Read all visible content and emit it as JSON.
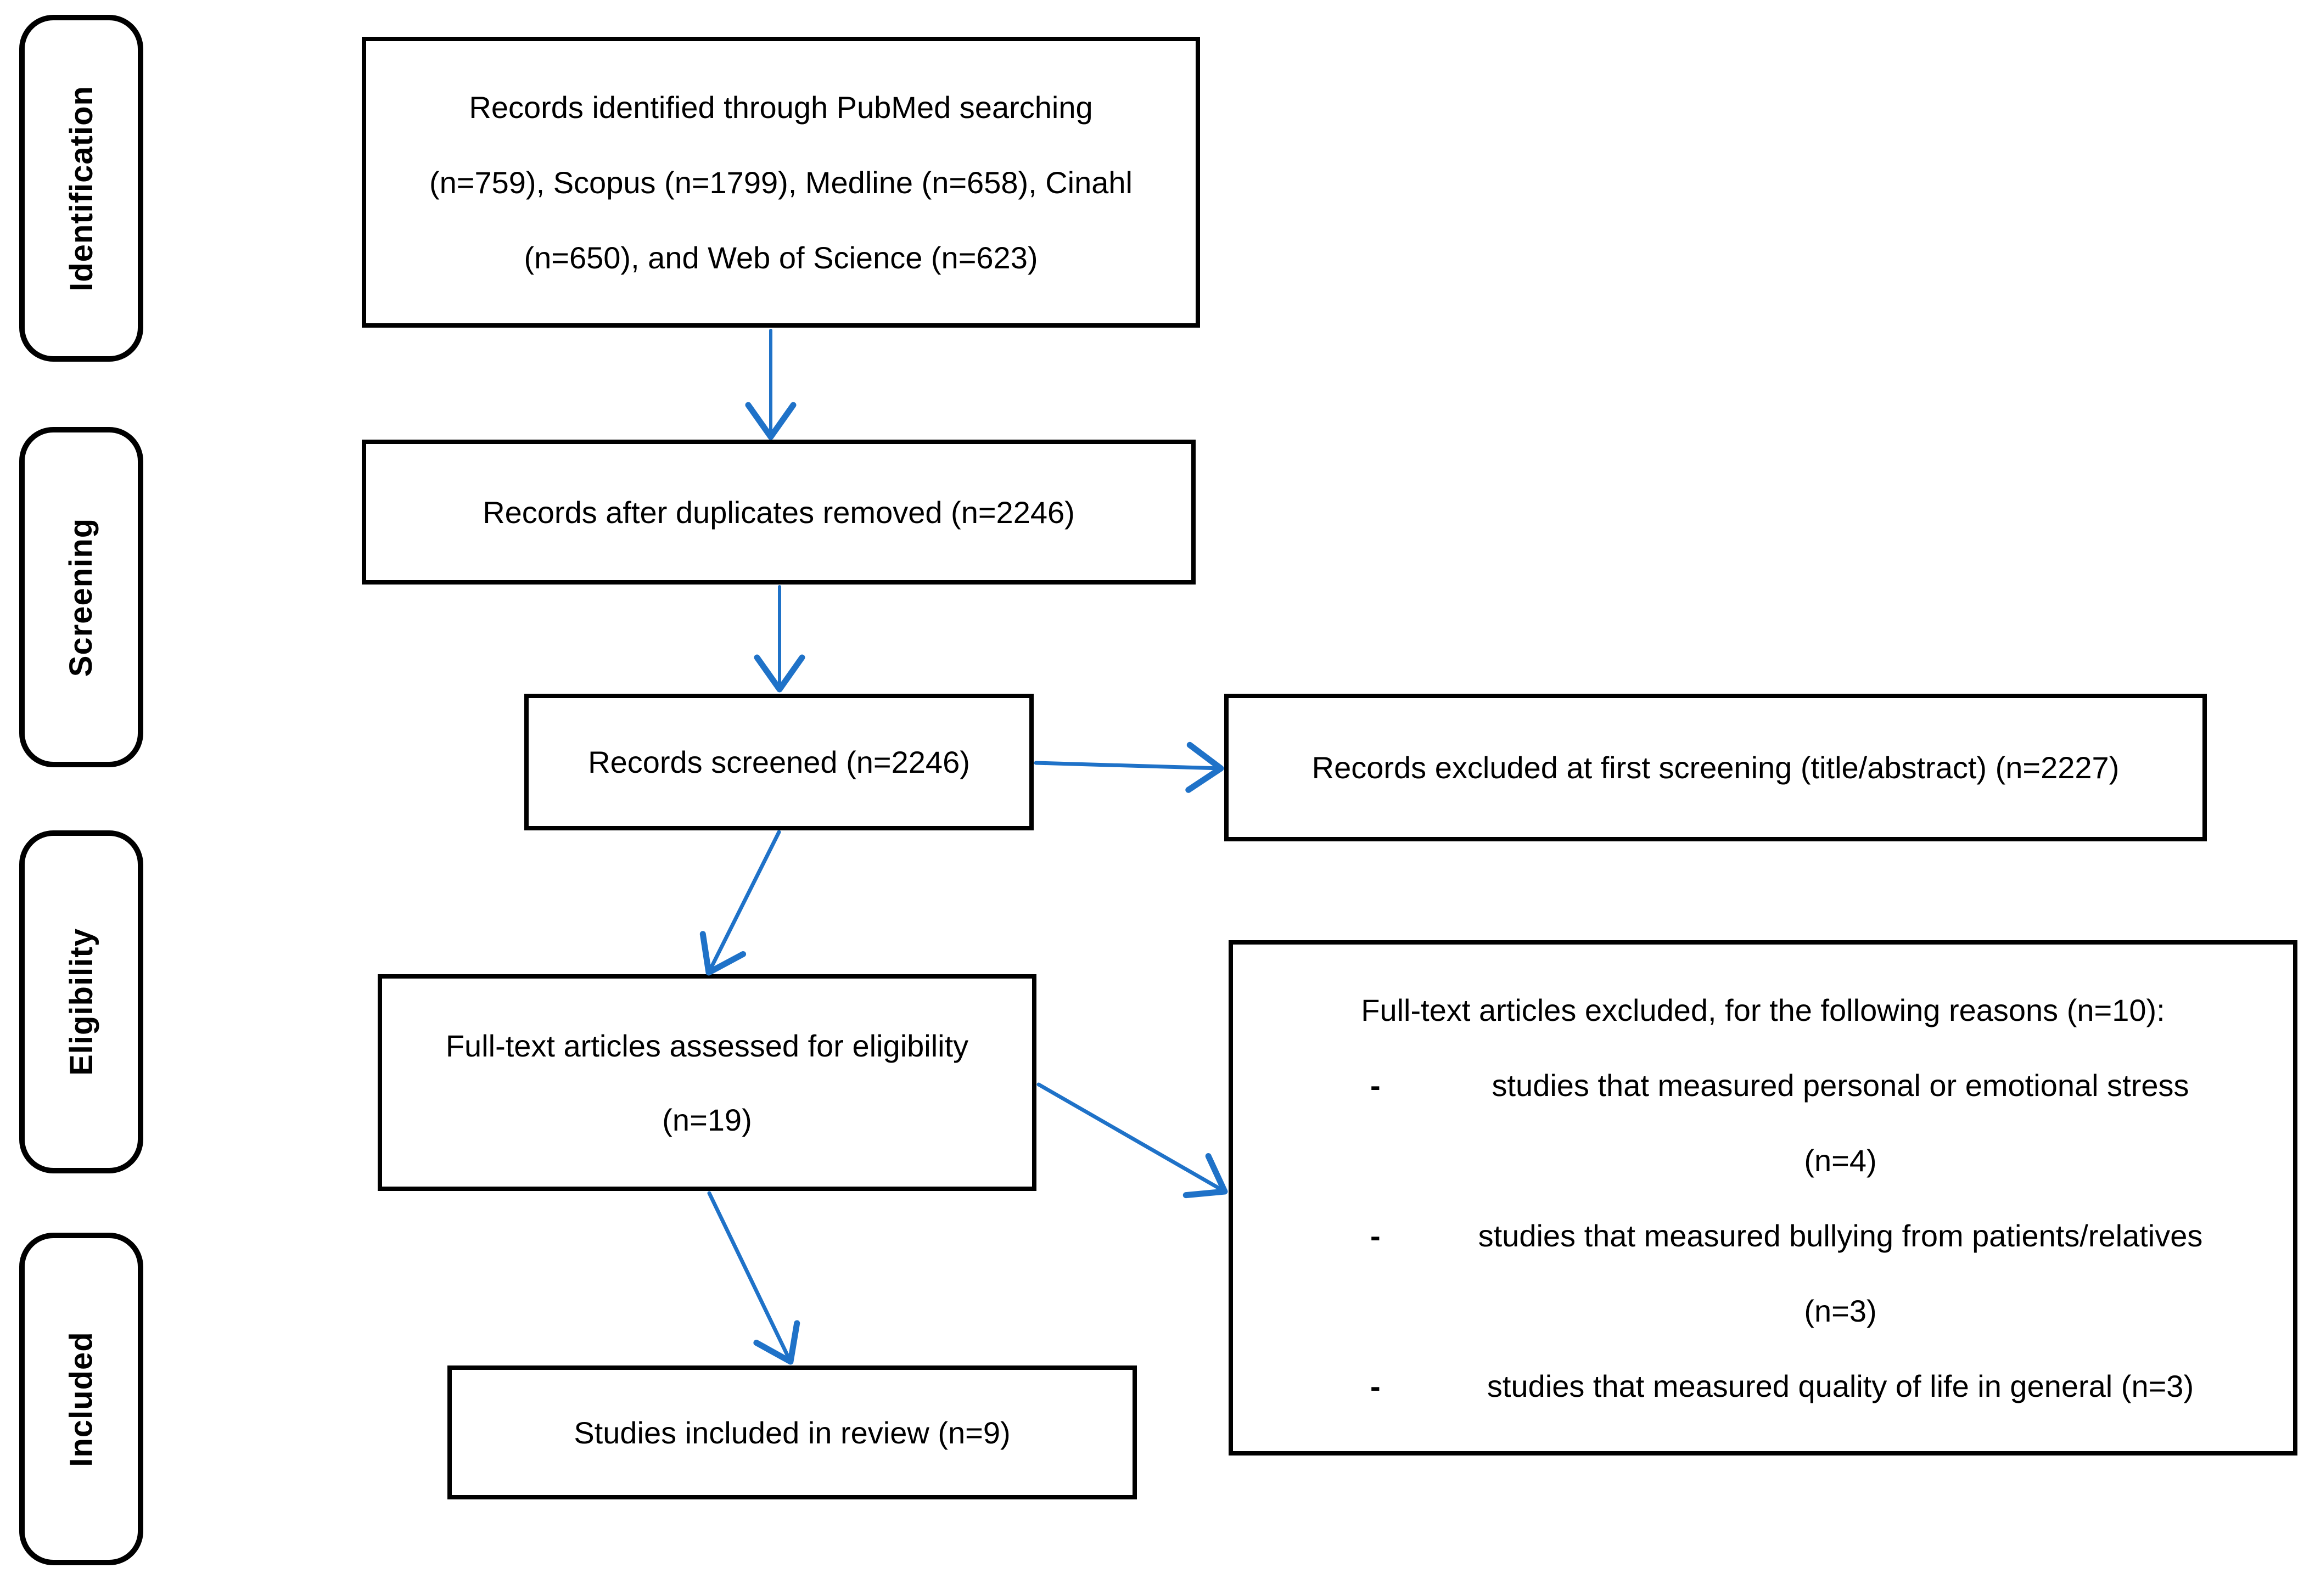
{
  "figure": {
    "type": "prisma-flow-diagram",
    "description_visible_only": "Systematic review study selection flowchart"
  },
  "sidebar": {
    "stages": [
      {
        "label": "Identification"
      },
      {
        "label": "Screening"
      },
      {
        "label": "Eligibility"
      },
      {
        "label": "Included"
      }
    ]
  },
  "boxes": {
    "identified": {
      "lines": [
        "Records identified through PubMed searching",
        "(n=759), Scopus (n=1799), Medline (n=658), Cinahl",
        "(n=650), and Web of Science (n=623)"
      ]
    },
    "deduplicated": {
      "text": "Records after duplicates removed (n=2246)"
    },
    "screened": {
      "text": "Records screened (n=2246)"
    },
    "excluded_first_screening": {
      "text": "Records excluded at first screening (title/abstract) (n=2227)"
    },
    "fulltext_assessed": {
      "lines": [
        "Full-text articles assessed for eligibility",
        "(n=19)"
      ]
    },
    "fulltext_excluded": {
      "title": "Full-text articles excluded, for the following reasons (n=10):",
      "bullet_marker": "-",
      "items": [
        {
          "type": "bullet",
          "text": "studies that measured personal or emotional stress"
        },
        {
          "type": "center",
          "text": "(n=4)"
        },
        {
          "type": "bullet",
          "text": "studies that measured bullying from patients/relatives"
        },
        {
          "type": "center",
          "text": "(n=3)"
        },
        {
          "type": "bullet",
          "text": "studies that measured quality of life in general (n=3)"
        }
      ]
    },
    "included": {
      "text": "Studies included in review (n=9)"
    }
  },
  "counts": {
    "pubmed": 759,
    "scopus": 1799,
    "medline": 658,
    "cinahl": 650,
    "web_of_science": 623,
    "after_duplicates_removed": 2246,
    "screened": 2246,
    "excluded_first_screening": 2227,
    "fulltext_assessed": 19,
    "fulltext_excluded": 10,
    "excluded_personal_emotional_stress": 4,
    "excluded_bullying_patients_relatives": 3,
    "excluded_quality_of_life": 3,
    "included_in_review": 9
  },
  "colors": {
    "arrow": "#1F72C8",
    "border": "#000000",
    "background": "#FFFFFF",
    "text": "#000000"
  }
}
